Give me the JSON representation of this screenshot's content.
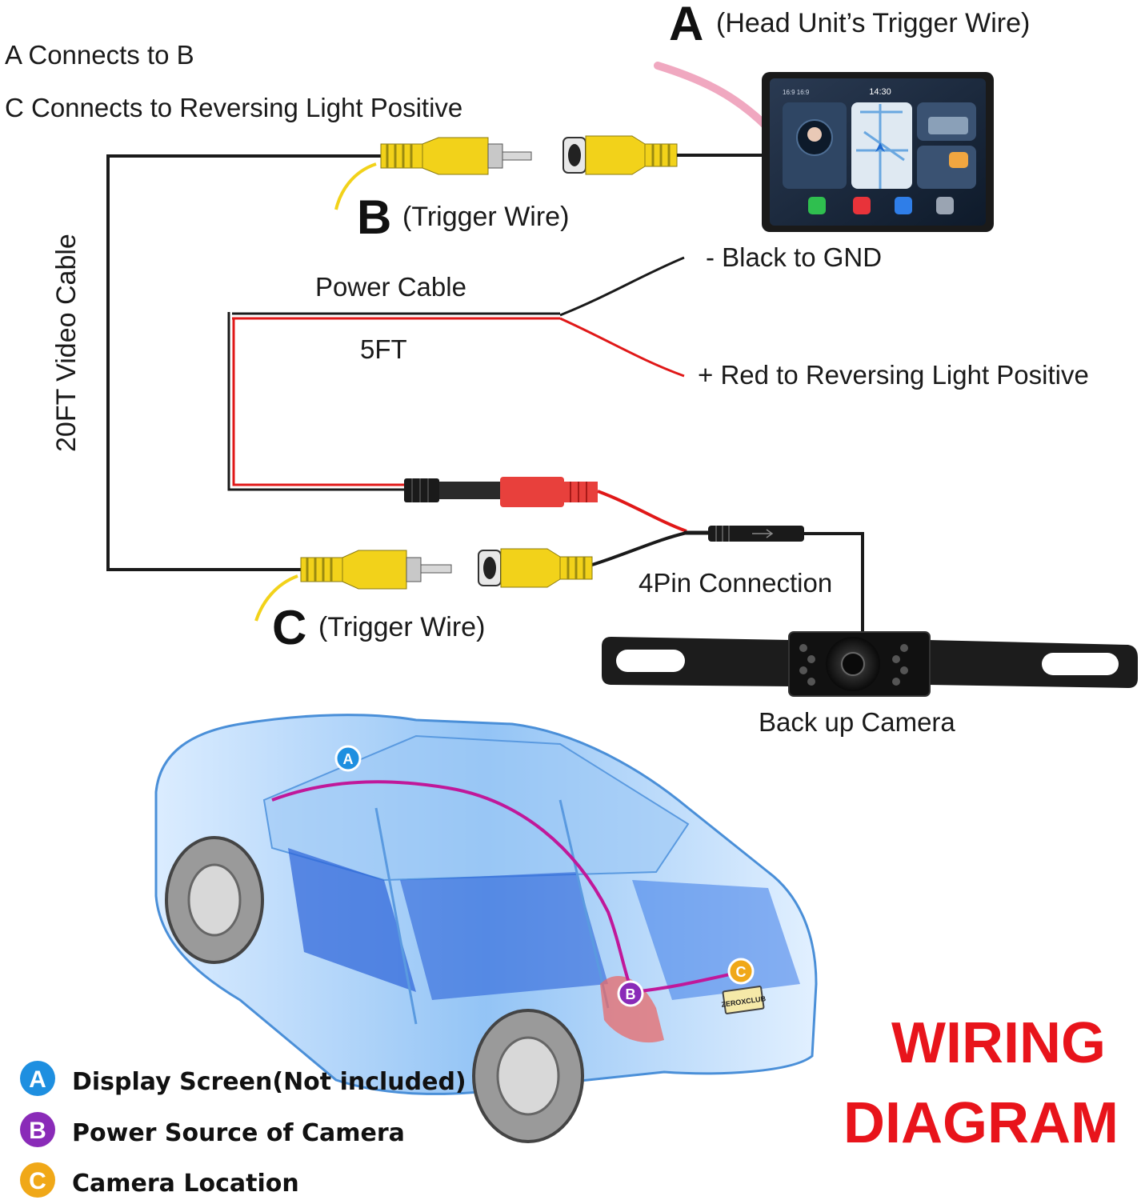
{
  "notes": {
    "line1": "A Connects to B",
    "line2": "C Connects to Reversing Light Positive"
  },
  "labels": {
    "a_letter": "A",
    "a_text": "(Head Unit’s Trigger Wire)",
    "b_letter": "B",
    "b_text": "(Trigger Wire)",
    "c_letter": "C",
    "c_text": "(Trigger Wire)",
    "video_cable": "20FT Video Cable",
    "power_cable": "Power Cable",
    "power_length": "5FT",
    "black_gnd": "- Black to GND",
    "red_positive": "+ Red to Reversing Light Positive",
    "four_pin": "4Pin Connection",
    "camera": "Back up Camera"
  },
  "head_unit": {
    "time": "14:30",
    "status_left": "16:9  16:9"
  },
  "car": {
    "plate": "ZEROXCLUB",
    "marker_a": "A",
    "marker_b": "B",
    "marker_c": "C"
  },
  "legend": [
    {
      "letter": "A",
      "text": "Display Screen(Not included)",
      "color": "#1e8fe0"
    },
    {
      "letter": "B",
      "text": "Power Source of Camera",
      "color": "#8a2bb8"
    },
    {
      "letter": "C",
      "text": "Camera Location",
      "color": "#f0a818"
    }
  ],
  "title": {
    "line1": "WIRING",
    "line2": "DIAGRAM",
    "color": "#e8141b"
  },
  "colors": {
    "rca_yellow": "#f2d21a",
    "wire_red": "#e01818",
    "wire_black": "#1a1a1a",
    "car_blue": "#3b8fe8",
    "route_magenta": "#c0189a"
  }
}
